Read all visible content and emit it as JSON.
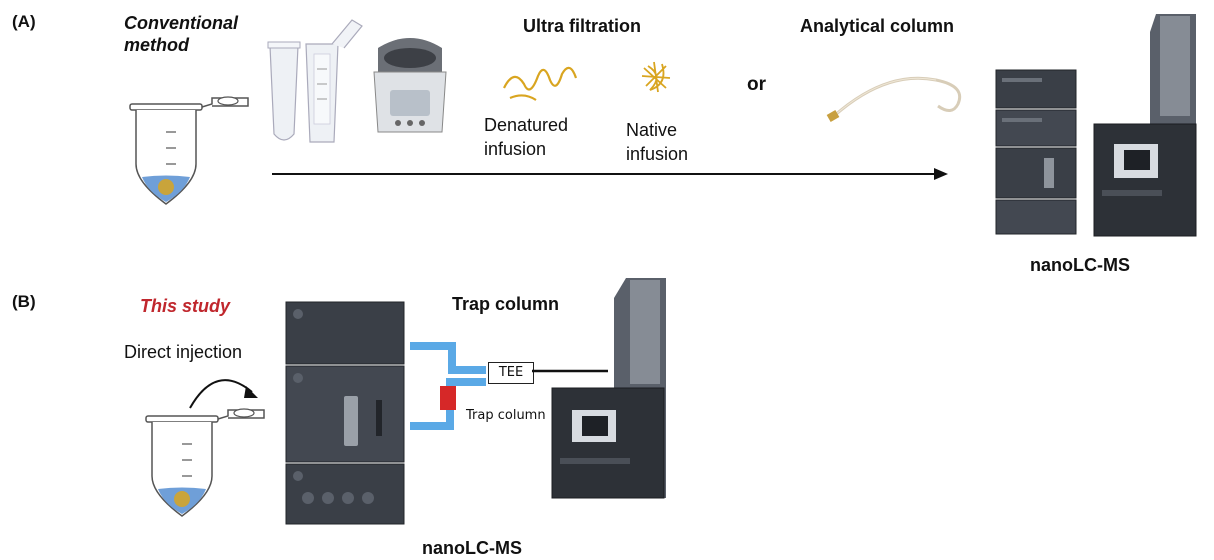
{
  "panel_a": {
    "label": "(A)",
    "method_line1": "Conventional",
    "method_line2": "method",
    "ultrafiltration_title": "Ultra filtration",
    "denatured_line1": "Denatured",
    "denatured_line2": "infusion",
    "native_line1": "Native",
    "native_line2": "infusion",
    "or_text": "or",
    "analytical_title": "Analytical column",
    "instrument_label": "nanoLC-MS"
  },
  "panel_b": {
    "label": "(B)",
    "study_text": "This study",
    "direct_injection": "Direct injection",
    "trap_title": "Trap column",
    "tee_label": "TEE",
    "trap_label": "Trap column",
    "instrument_label": "nanoLC-MS"
  },
  "colors": {
    "study_red": "#c0272d",
    "protein_gold": "#d9a520",
    "tubing_blue": "#5aa9e6",
    "trap_red": "#d62828",
    "instrument_dark": "#3a3f47",
    "liquid_blue": "#6f9fd8"
  },
  "icons": {
    "tube": "microcentrifuge-tube-icon",
    "filter": "centrifugal-filter-icon",
    "centrifuge": "centrifuge-icon",
    "column": "analytical-column-icon",
    "lc": "lc-stack-icon",
    "ms": "mass-spectrometer-icon"
  }
}
